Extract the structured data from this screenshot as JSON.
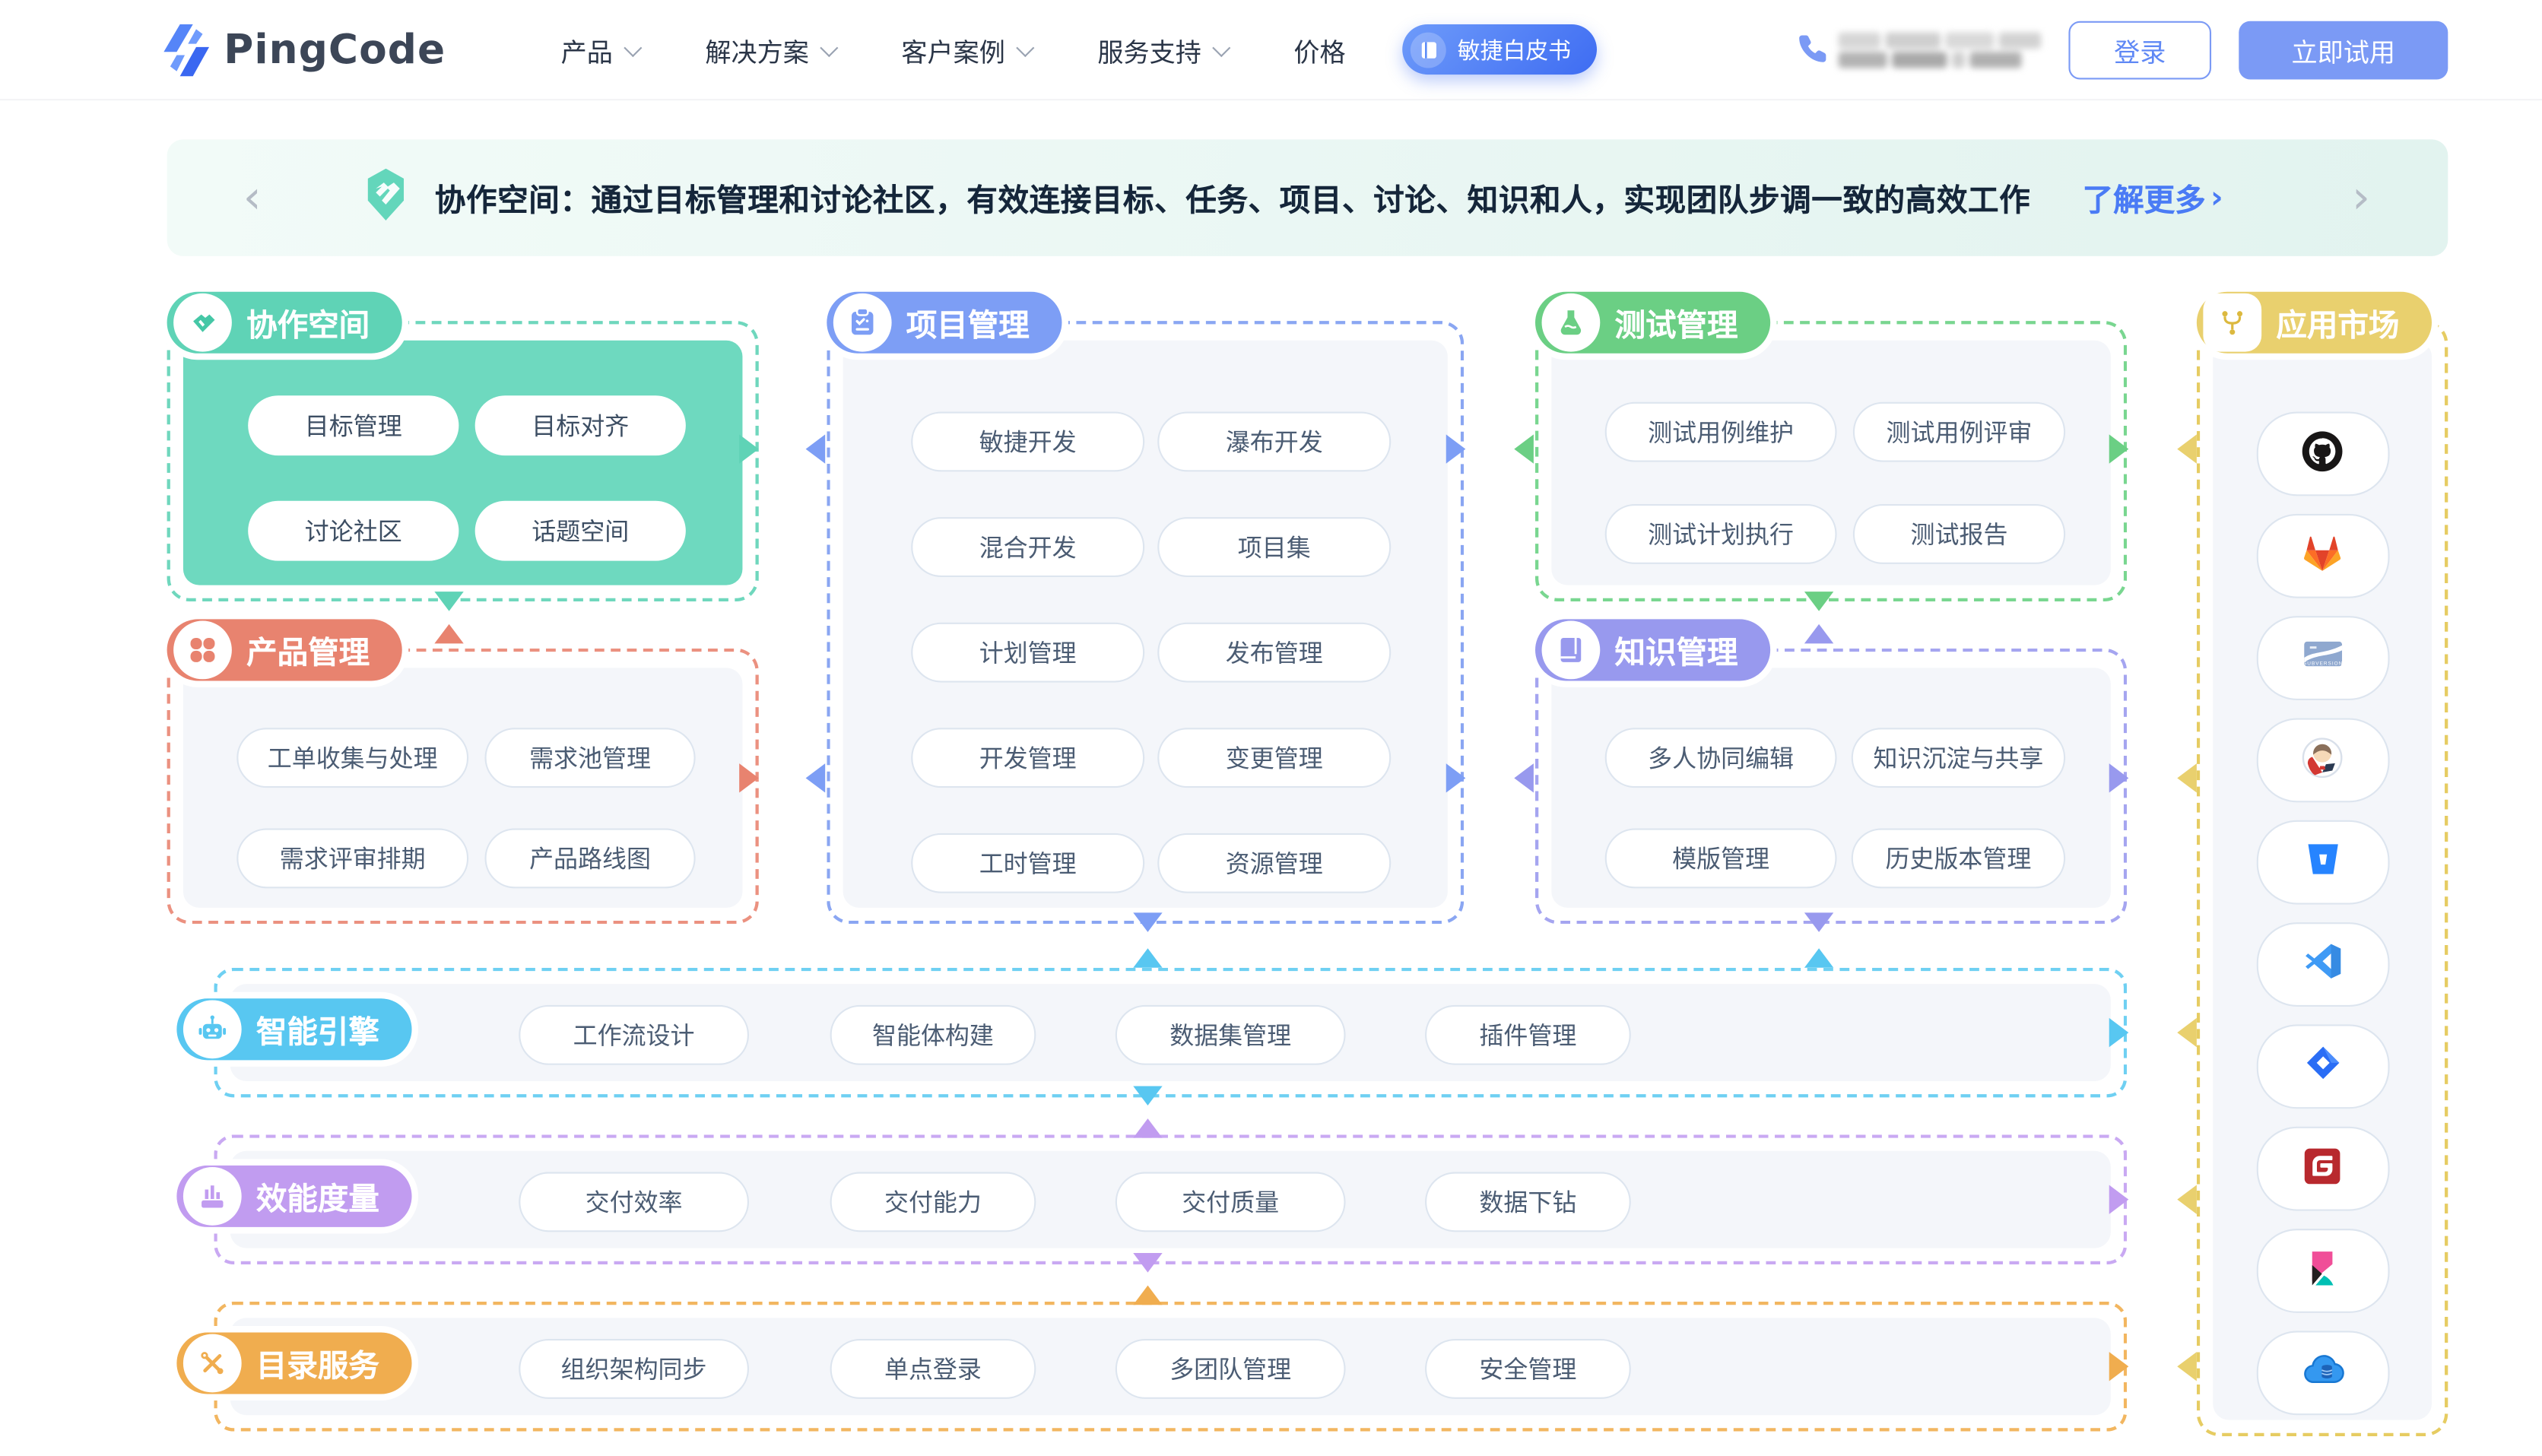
{
  "nav": {
    "logo_text": "PingCode",
    "items": [
      {
        "label": "产品",
        "caret": true
      },
      {
        "label": "解决方案",
        "caret": true
      },
      {
        "label": "客户案例",
        "caret": true
      },
      {
        "label": "服务支持",
        "caret": true
      },
      {
        "label": "价格",
        "caret": false
      }
    ],
    "whitepaper_label": "敏捷白皮书",
    "login_label": "登录",
    "trial_label": "立即试用"
  },
  "banner": {
    "text": "协作空间：通过目标管理和讨论社区，有效连接目标、任务、项目、讨论、知识和人，实现团队步调一致的高效工作",
    "more_label": "了解更多",
    "more_arrow": "›",
    "prev_arrow": "‹",
    "next_arrow": "›"
  },
  "sections": {
    "collaboration": {
      "title": "协作空间",
      "color": "#5fd3b6",
      "items": [
        "目标管理",
        "目标对齐",
        "讨论社区",
        "话题空间"
      ]
    },
    "product": {
      "title": "产品管理",
      "color": "#e8836f",
      "items": [
        "工单收集与处理",
        "需求池管理",
        "需求评审排期",
        "产品路线图"
      ]
    },
    "project": {
      "title": "项目管理",
      "color": "#7d9ef5",
      "items": [
        "敏捷开发",
        "瀑布开发",
        "混合开发",
        "项目集",
        "计划管理",
        "发布管理",
        "开发管理",
        "变更管理",
        "工时管理",
        "资源管理"
      ]
    },
    "test": {
      "title": "测试管理",
      "color": "#6bcf84",
      "items": [
        "测试用例维护",
        "测试用例评审",
        "测试计划执行",
        "测试报告"
      ]
    },
    "knowledge": {
      "title": "知识管理",
      "color": "#9899ee",
      "items": [
        "多人协同编辑",
        "知识沉淀与共享",
        "模版管理",
        "历史版本管理"
      ]
    },
    "ai_engine": {
      "title": "智能引擎",
      "color": "#58c7f1",
      "items": [
        "工作流设计",
        "智能体构建",
        "数据集管理",
        "插件管理"
      ]
    },
    "metrics": {
      "title": "效能度量",
      "color": "#c19cf0",
      "items": [
        "交付效率",
        "交付能力",
        "交付质量",
        "数据下钻"
      ]
    },
    "directory": {
      "title": "目录服务",
      "color": "#f0ad4f",
      "items": [
        "组织架构同步",
        "单点登录",
        "多团队管理",
        "安全管理"
      ]
    },
    "marketplace": {
      "title": "应用市场",
      "color": "#e9d06e",
      "apps": [
        "github-icon",
        "gitlab-icon",
        "subversion-icon",
        "jenkins-icon",
        "bitbucket-icon",
        "vscode-icon",
        "jira-icon",
        "gitee-icon",
        "kibana-icon",
        "cloud-database-icon"
      ]
    }
  }
}
